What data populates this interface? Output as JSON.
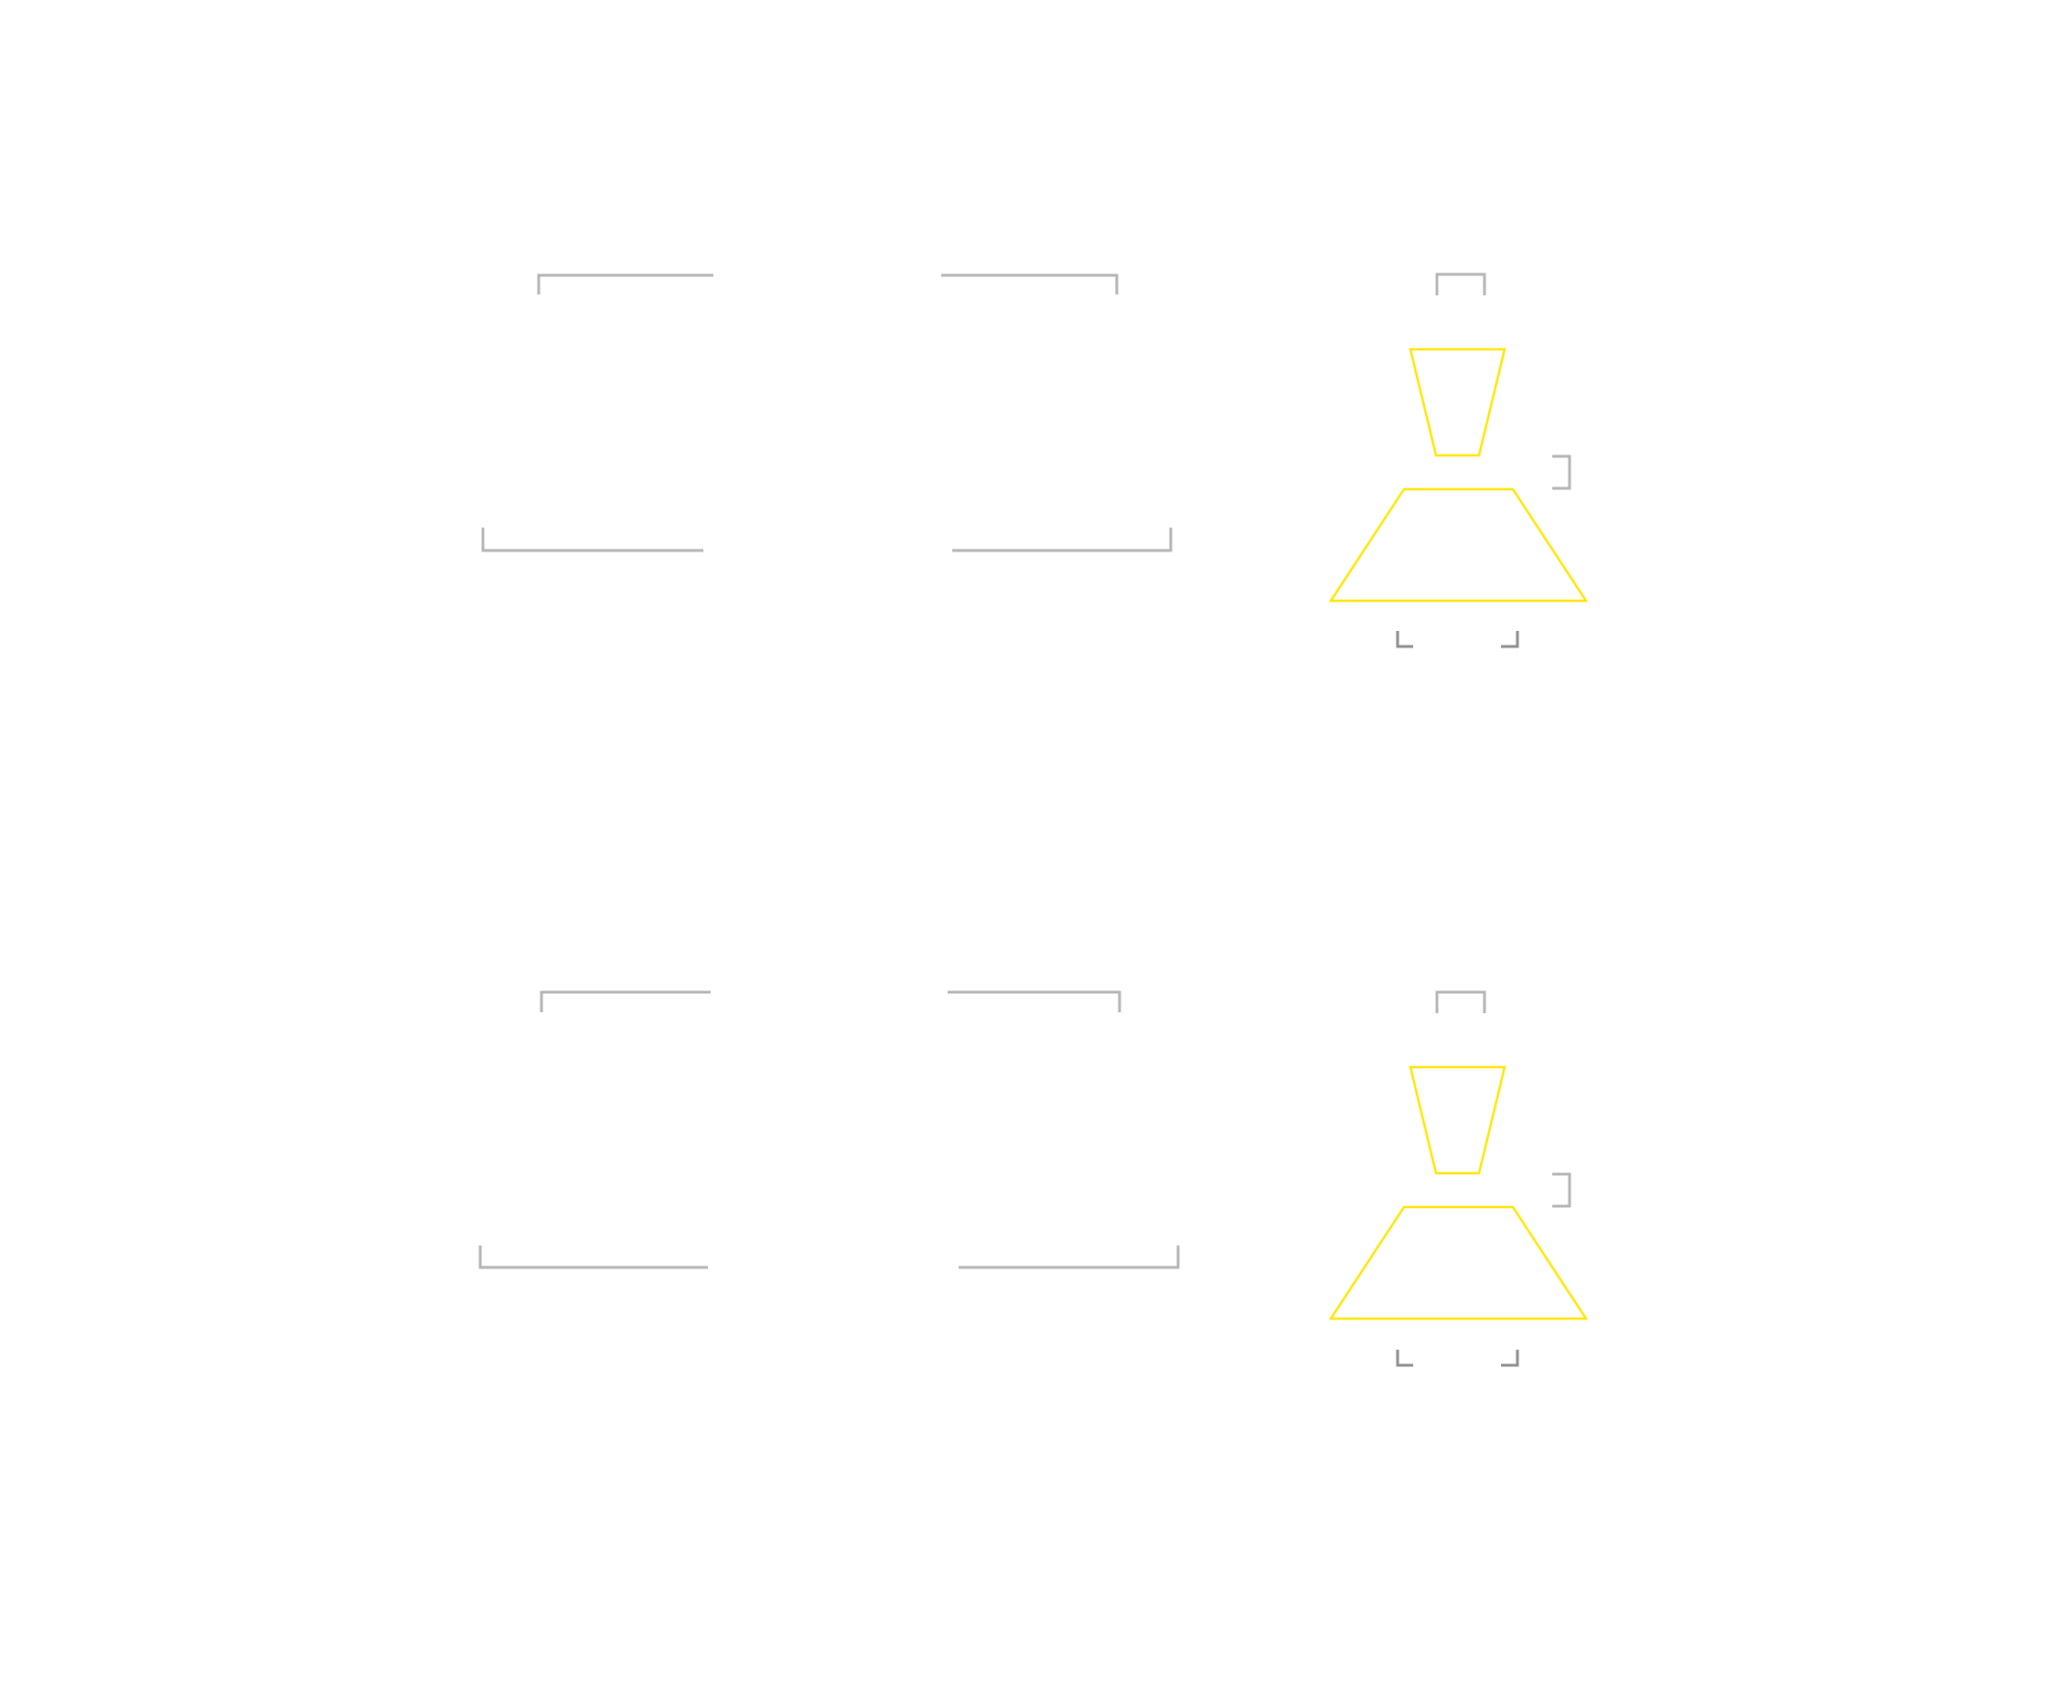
{
  "colors": {
    "background": "#ffffff",
    "bracket": "#b3b3b3",
    "bracket_dark": "#8c8c8c",
    "shape_outline": "#ffe600"
  },
  "panels": [
    {
      "name": "panel-top",
      "brackets": [
        "corner-top-left",
        "corner-top-right",
        "corner-bottom-left",
        "corner-bottom-right"
      ],
      "shape": {
        "name": "yellow-funnel-outline",
        "parts": [
          "inverted-trapezoid",
          "base-trapezoid"
        ],
        "corner_marks": [
          "top-cap",
          "right-mark",
          "bottom-left-mark",
          "bottom-right-mark"
        ]
      }
    },
    {
      "name": "panel-bottom",
      "brackets": [
        "corner-top-left",
        "corner-top-right",
        "corner-bottom-left",
        "corner-bottom-right"
      ],
      "shape": {
        "name": "yellow-funnel-outline",
        "parts": [
          "inverted-trapezoid",
          "base-trapezoid"
        ],
        "corner_marks": [
          "top-cap",
          "right-mark",
          "bottom-left-mark",
          "bottom-right-mark"
        ]
      }
    }
  ]
}
